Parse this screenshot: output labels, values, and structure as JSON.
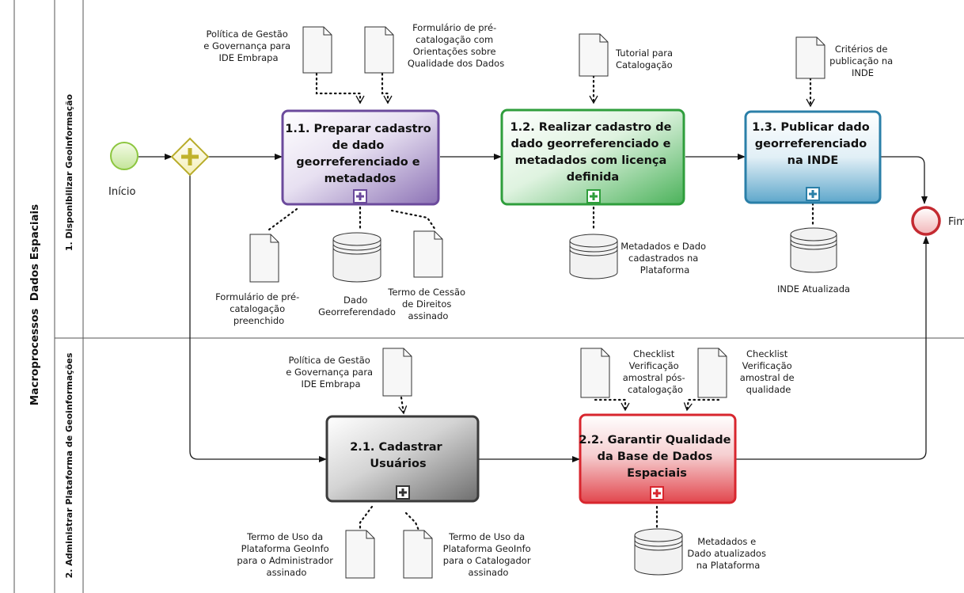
{
  "pool": {
    "title": "Macroprocessos  Dados Espaciais"
  },
  "lanes": [
    {
      "id": "lane1",
      "title": "1. Disponibilizar Geoinformação"
    },
    {
      "id": "lane2",
      "title": "2. Administrar Plataforma de Geoinformações"
    }
  ],
  "events": {
    "start": {
      "label": "Início"
    },
    "end": {
      "label": "Fim"
    }
  },
  "tasks": [
    {
      "id": "t11",
      "lines": [
        "1.1. Preparar cadastro",
        "de dado",
        "georreferenciado e",
        "metadados"
      ],
      "color": "#6b4a9c"
    },
    {
      "id": "t12",
      "lines": [
        "1.2. Realizar cadastro de",
        "dado georreferenciado e",
        "metadados com licença",
        "definida"
      ],
      "color": "#2f9e3c"
    },
    {
      "id": "t13",
      "lines": [
        "1.3. Publicar dado",
        "georreferenciado",
        "na INDE"
      ],
      "color": "#2a7fa8"
    },
    {
      "id": "t21",
      "lines": [
        "2.1. Cadastrar",
        "Usuários"
      ],
      "color": "#555555"
    },
    {
      "id": "t22",
      "lines": [
        "2.2. Garantir Qualidade",
        "da Base de Dados",
        "Espaciais"
      ],
      "color": "#d8262e"
    }
  ],
  "artifacts": {
    "doc_politica_1": [
      "Política de Gestão",
      "e Governança para",
      "IDE Embrapa"
    ],
    "doc_form_pre": [
      "Formulário de pré-",
      "catalogação com",
      "Orientações sobre",
      "Qualidade dos Dados"
    ],
    "doc_tutorial": [
      "Tutorial para",
      "Catalogação"
    ],
    "doc_criterios": [
      "Critérios de",
      "publicação na",
      "INDE"
    ],
    "doc_form_preenchido": [
      "Formulário de pré-",
      "catalogação",
      "preenchido"
    ],
    "db_dado_geo": [
      "Dado",
      "Georreferendado"
    ],
    "doc_termo_cessao": [
      "Termo de Cessão",
      "de Direitos",
      "assinado"
    ],
    "db_metadados_cad": [
      "Metadados e Dado",
      "cadastrados na",
      "Plataforma"
    ],
    "db_inde": [
      "INDE Atualizada"
    ],
    "doc_politica_2": [
      "Política de Gestão",
      "e Governança para",
      "IDE Embrapa"
    ],
    "doc_checklist_pos": [
      "Checklist",
      "Verificação",
      "amostral pós-",
      "catalogação"
    ],
    "doc_checklist_qual": [
      "Checklist",
      "Verificação",
      "amostral de",
      "qualidade"
    ],
    "doc_termo_admin": [
      "Termo de Uso da",
      "Plataforma GeoInfo",
      "para o Administrador",
      "assinado"
    ],
    "doc_termo_catalog": [
      "Termo de Uso da",
      "Plataforma GeoInfo",
      "para o Catalogador",
      "assinado"
    ],
    "db_metadados_atual": [
      "Metadados e",
      "Dado atualizados",
      "na Plataforma"
    ]
  }
}
